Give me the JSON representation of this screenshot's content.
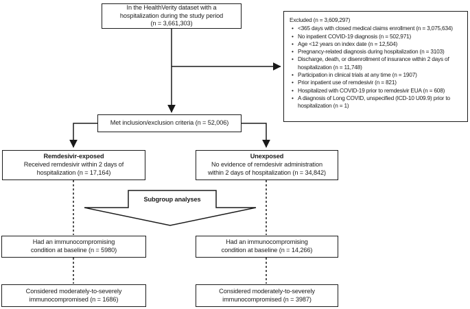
{
  "colors": {
    "line": "#1a1a1a",
    "background": "#ffffff",
    "box_background": "#ffffff"
  },
  "flowchart": {
    "top_box": {
      "text": "In the HealthVerity dataset with a\nhospitalization during the study period\n(n = 3,661,303)"
    },
    "excluded_box": {
      "title": "Excluded (n = 3,609,297)",
      "items": [
        "<365 days with closed medical claims enrollment (n = 3,075,634)",
        "No inpatient COVID-19 diagnosis (n = 502,971)",
        "Age <12 years on index date (n = 12,504)",
        "Pregnancy-related diagnosis during hospitalization (n = 3103)",
        "Discharge, death, or disenrollment of insurance within 2 days of hospitalization (n = 11,748)",
        "Participation in clinical trials at any time (n = 1907)",
        "Prior inpatient use of remdesivir (n = 821)",
        "Hospitalized with COVID-19 prior to remdesivir EUA (n = 608)",
        "A diagnosis of Long COVID, unspecified (ICD-10 U09.9) prior to hospitalization (n = 1)"
      ]
    },
    "met_box": {
      "text": "Met inclusion/exclusion criteria (n = 52,006)"
    },
    "exposed_box": {
      "title": "Remdesivir-exposed",
      "body": "Received remdesivir within 2 days of\nhospitalization (n = 17,164)"
    },
    "unexposed_box": {
      "title": "Unexposed",
      "body": "No evidence of remdesivir administration\nwithin 2 days of hospitalization (n = 34,842)"
    },
    "subgroup_arrow": {
      "label": "Subgroup analyses"
    },
    "immunocompromising_left_box": {
      "text": "Had an immunocompromising\ncondition at baseline (n = 5980)"
    },
    "immunocompromising_right_box": {
      "text": "Had an immunocompromising\ncondition at baseline (n = 14,266)"
    },
    "moderately_severely_left_box": {
      "text": "Considered moderately-to-severely\nimmunocompromised (n = 1686)"
    },
    "moderately_severely_right_box": {
      "text": "Considered moderately-to-severely\nimmunocompromised (n = 3987)"
    }
  }
}
